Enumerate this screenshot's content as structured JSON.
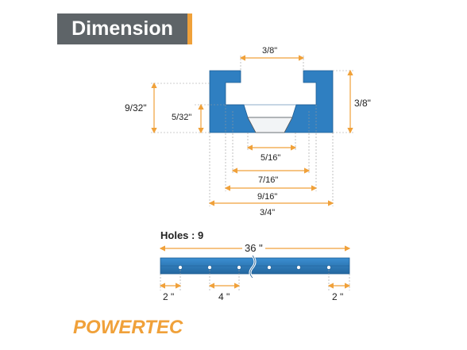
{
  "header": {
    "title": "Dimension"
  },
  "profile": {
    "top_width": "3/8\"",
    "height_right": "3/8\"",
    "height_left": "9/32\"",
    "slot_depth": "5/32\"",
    "dim_1": "5/16\"",
    "dim_2": "7/16\"",
    "dim_3": "9/16\"",
    "dim_4": "3/4\""
  },
  "rail": {
    "holes_label": "Holes : 9",
    "length": "36 \"",
    "left_offset": "2 \"",
    "spacing": "4 \"",
    "right_offset": "2 \""
  },
  "brand": {
    "name": "POWERTEC"
  },
  "colors": {
    "rail_blue": "#2f7fc1",
    "accent_orange": "#f0a13a",
    "banner_gray": "#5e6468"
  }
}
